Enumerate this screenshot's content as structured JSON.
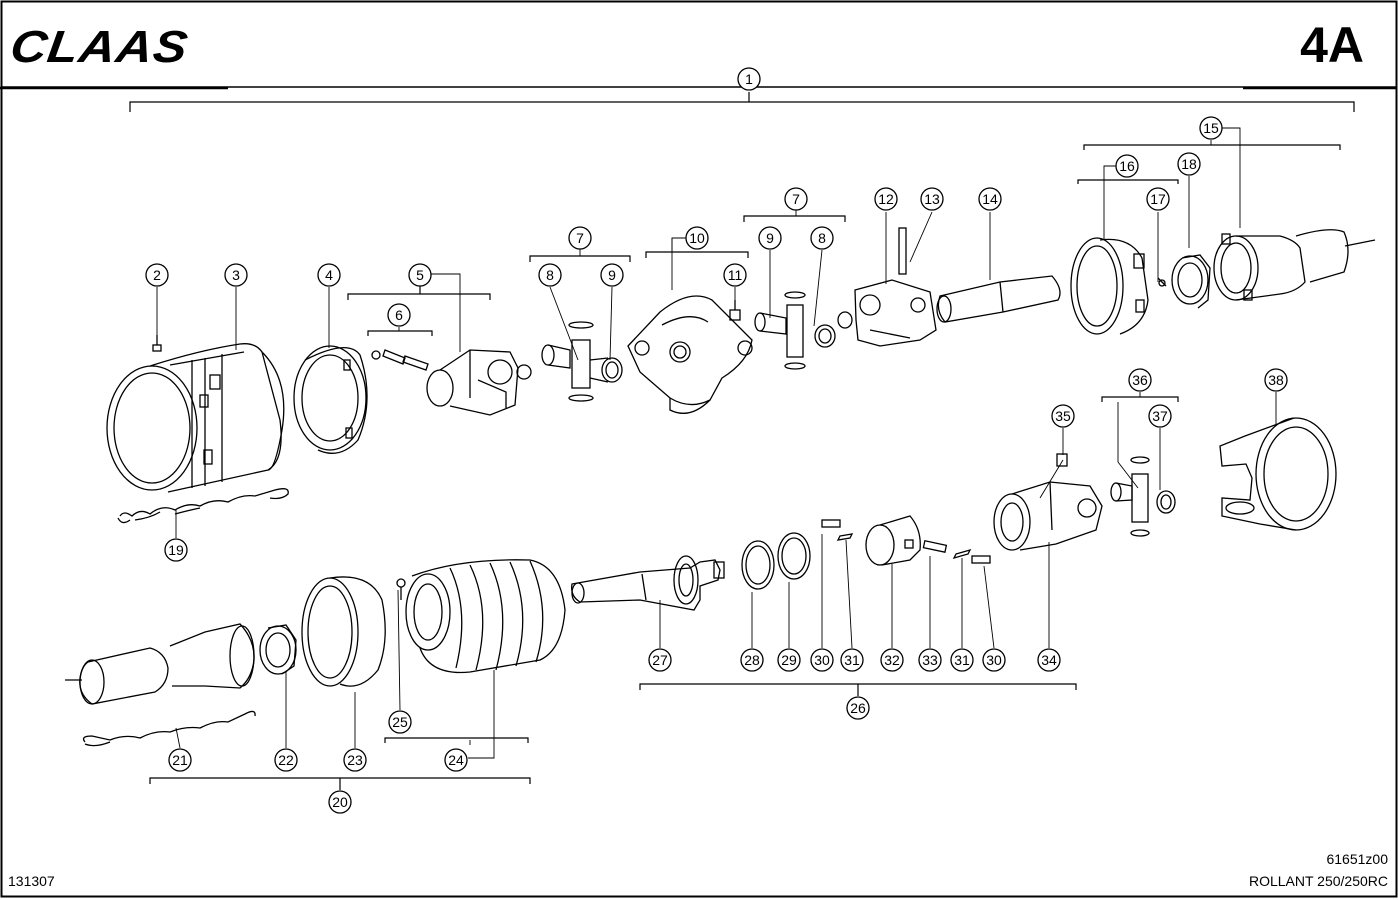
{
  "header": {
    "brand": "CLAAS",
    "page_code": "4A"
  },
  "footer": {
    "doc_number": "131307",
    "drawing_id": "61651z00",
    "model": "ROLLANT 250/250RC"
  },
  "callouts": [
    {
      "n": "1"
    },
    {
      "n": "2"
    },
    {
      "n": "3"
    },
    {
      "n": "4"
    },
    {
      "n": "5"
    },
    {
      "n": "6"
    },
    {
      "n": "7"
    },
    {
      "n": "8"
    },
    {
      "n": "9"
    },
    {
      "n": "10"
    },
    {
      "n": "11"
    },
    {
      "n": "7"
    },
    {
      "n": "9"
    },
    {
      "n": "8"
    },
    {
      "n": "12"
    },
    {
      "n": "13"
    },
    {
      "n": "14"
    },
    {
      "n": "15"
    },
    {
      "n": "16"
    },
    {
      "n": "17"
    },
    {
      "n": "18"
    },
    {
      "n": "19"
    },
    {
      "n": "35"
    },
    {
      "n": "36"
    },
    {
      "n": "37"
    },
    {
      "n": "38"
    },
    {
      "n": "27"
    },
    {
      "n": "28"
    },
    {
      "n": "29"
    },
    {
      "n": "30"
    },
    {
      "n": "31"
    },
    {
      "n": "32"
    },
    {
      "n": "33"
    },
    {
      "n": "31"
    },
    {
      "n": "30"
    },
    {
      "n": "34"
    },
    {
      "n": "26"
    },
    {
      "n": "21"
    },
    {
      "n": "22"
    },
    {
      "n": "23"
    },
    {
      "n": "25"
    },
    {
      "n": "24"
    },
    {
      "n": "20"
    }
  ]
}
